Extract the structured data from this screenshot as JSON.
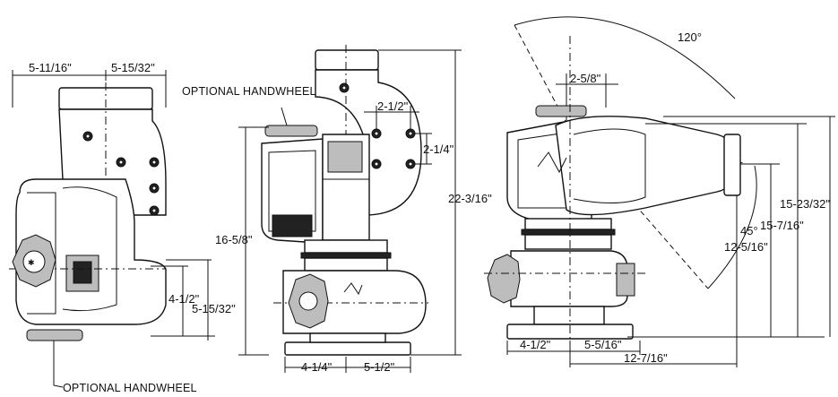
{
  "dimensions": {
    "left_top_width_a": "5-11/16\"",
    "left_top_width_b": "5-15/32\"",
    "left_height_a": "4-1/2\"",
    "left_height_b": "5-15/32\"",
    "middle_bolt_spacing_h": "2-1/2\"",
    "middle_bolt_spacing_v": "2-1/4\"",
    "middle_body_height": "16-5/8\"",
    "middle_total_height": "22-3/16\"",
    "middle_base_left": "4-1/4\"",
    "middle_base_right": "5-1/2\"",
    "right_offset_top": "2-5/8\"",
    "right_sweep_angle": "120°",
    "right_down_angle": "45°",
    "right_height_a": "12-5/16\"",
    "right_height_b": "15-7/16\"",
    "right_height_c": "15-23/32\"",
    "right_base_left": "4-1/2\"",
    "right_base_mid": "5-5/16\"",
    "right_base_total": "12-7/16\""
  },
  "labels": {
    "optional_handwheel_top": "OPTIONAL HANDWHEEL",
    "optional_handwheel_bottom": "OPTIONAL HANDWHEEL"
  }
}
